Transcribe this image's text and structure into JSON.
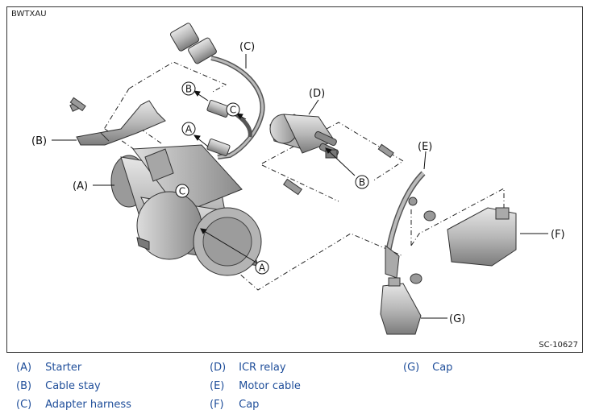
{
  "figure": {
    "code_top_left": "BWTXAU",
    "code_bottom_right": "SC-10627"
  },
  "callouts": {
    "A": "(A)",
    "B": "(B)",
    "C": "(C)",
    "D": "(D)",
    "E": "(E)",
    "F": "(F)",
    "G": "(G)"
  },
  "markers": {
    "A": "A",
    "B": "B",
    "C": "C"
  },
  "legend": [
    {
      "key": "(A)",
      "label": "Starter"
    },
    {
      "key": "(B)",
      "label": "Cable stay"
    },
    {
      "key": "(C)",
      "label": "Adapter harness"
    },
    {
      "key": "(D)",
      "label": "ICR relay"
    },
    {
      "key": "(E)",
      "label": "Motor cable"
    },
    {
      "key": "(F)",
      "label": "Cap"
    },
    {
      "key": "(G)",
      "label": "Cap"
    }
  ],
  "colors": {
    "legend_text": "#1f4e9a",
    "part_fill": "#c9c9c9",
    "part_dark": "#8e8e8e",
    "outline": "#333333"
  }
}
